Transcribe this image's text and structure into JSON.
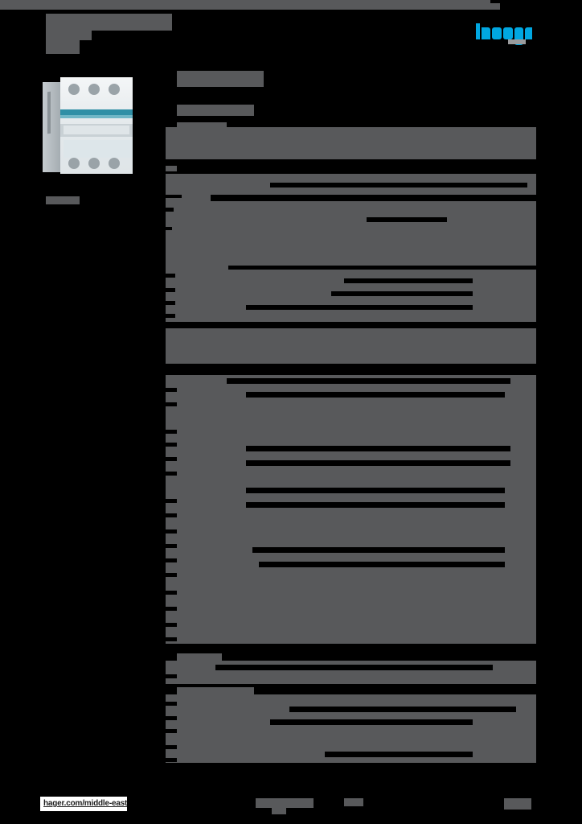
{
  "document": {
    "kind": "product-datasheet",
    "redacted": true,
    "page_background": "#000000",
    "redaction_color": "#58595b"
  },
  "brand": {
    "logo_text": "hager",
    "logo_color": "#00a7e1"
  },
  "header": {
    "title": "",
    "subtitle": "",
    "rule_color": "#58595b"
  },
  "product": {
    "photo_alt": "3-pole miniature circuit breaker",
    "caption": "",
    "body_color": "#e9edef",
    "accent_stripe_color": "#2f8fa6"
  },
  "main": {
    "title": "",
    "subtitle": "",
    "section_label": "",
    "banners": [
      "",
      ""
    ],
    "tables": [
      {
        "rows": []
      },
      {
        "rows": []
      },
      {
        "rows": []
      },
      {
        "rows": []
      }
    ]
  },
  "footer": {
    "url": "hager.com/middle-east",
    "center_note": "",
    "page_number": ""
  }
}
